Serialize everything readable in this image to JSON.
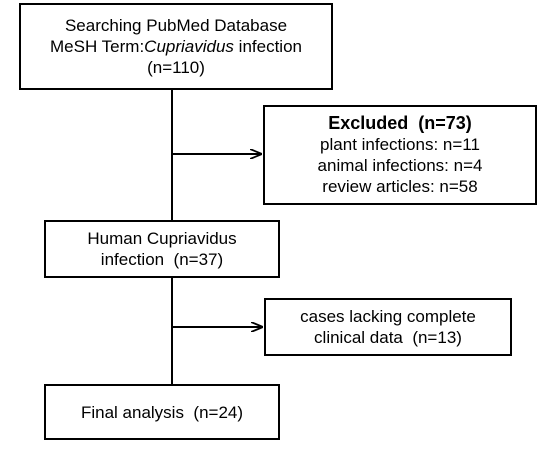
{
  "search_box": {
    "line1": "Searching PubMed Database",
    "line2_prefix": "MeSH Term:",
    "line2_italic": "Cupriavidus",
    "line2_suffix": " infection",
    "line3": "(n=110)"
  },
  "excluded_box": {
    "title": "Excluded  (n=73)",
    "items": [
      "plant infections: n=11",
      "animal infections: n=4",
      "review articles: n=58"
    ]
  },
  "human_box": {
    "line1": "Human Cupriavidus",
    "line2": "infection  (n=37)"
  },
  "lacking_box": {
    "line1": "cases lacking complete",
    "line2": "clinical data  (n=13)"
  },
  "final_box": {
    "line1": "Final analysis  (n=24)"
  },
  "colors": {
    "stroke": "#000000",
    "background": "#ffffff"
  }
}
